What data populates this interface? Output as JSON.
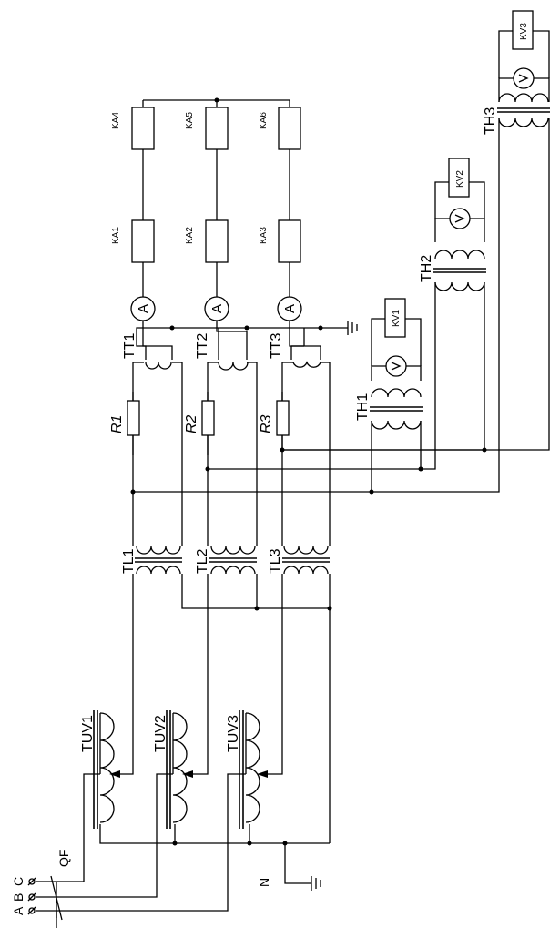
{
  "diagram": {
    "phases": [
      "A",
      "B",
      "C"
    ],
    "breaker": "QF",
    "neutral": "N",
    "autotransformers": [
      "TUV1",
      "TUV2",
      "TUV3"
    ],
    "load_transformers": [
      "TL1",
      "TL2",
      "TL3"
    ],
    "current_transformers": [
      "TT1",
      "TT2",
      "TT3"
    ],
    "voltage_transformers": [
      "TH1",
      "TH2",
      "TH3"
    ],
    "resistors": [
      "R1",
      "R2",
      "R3"
    ],
    "ammeters": [
      "A",
      "A",
      "A"
    ],
    "current_relays_left": [
      "KA1",
      "KA2",
      "KA3"
    ],
    "current_relays_right": [
      "KA4",
      "KA5",
      "KA6"
    ],
    "voltage_relays": [
      "KV1",
      "KV2",
      "KV3"
    ]
  }
}
